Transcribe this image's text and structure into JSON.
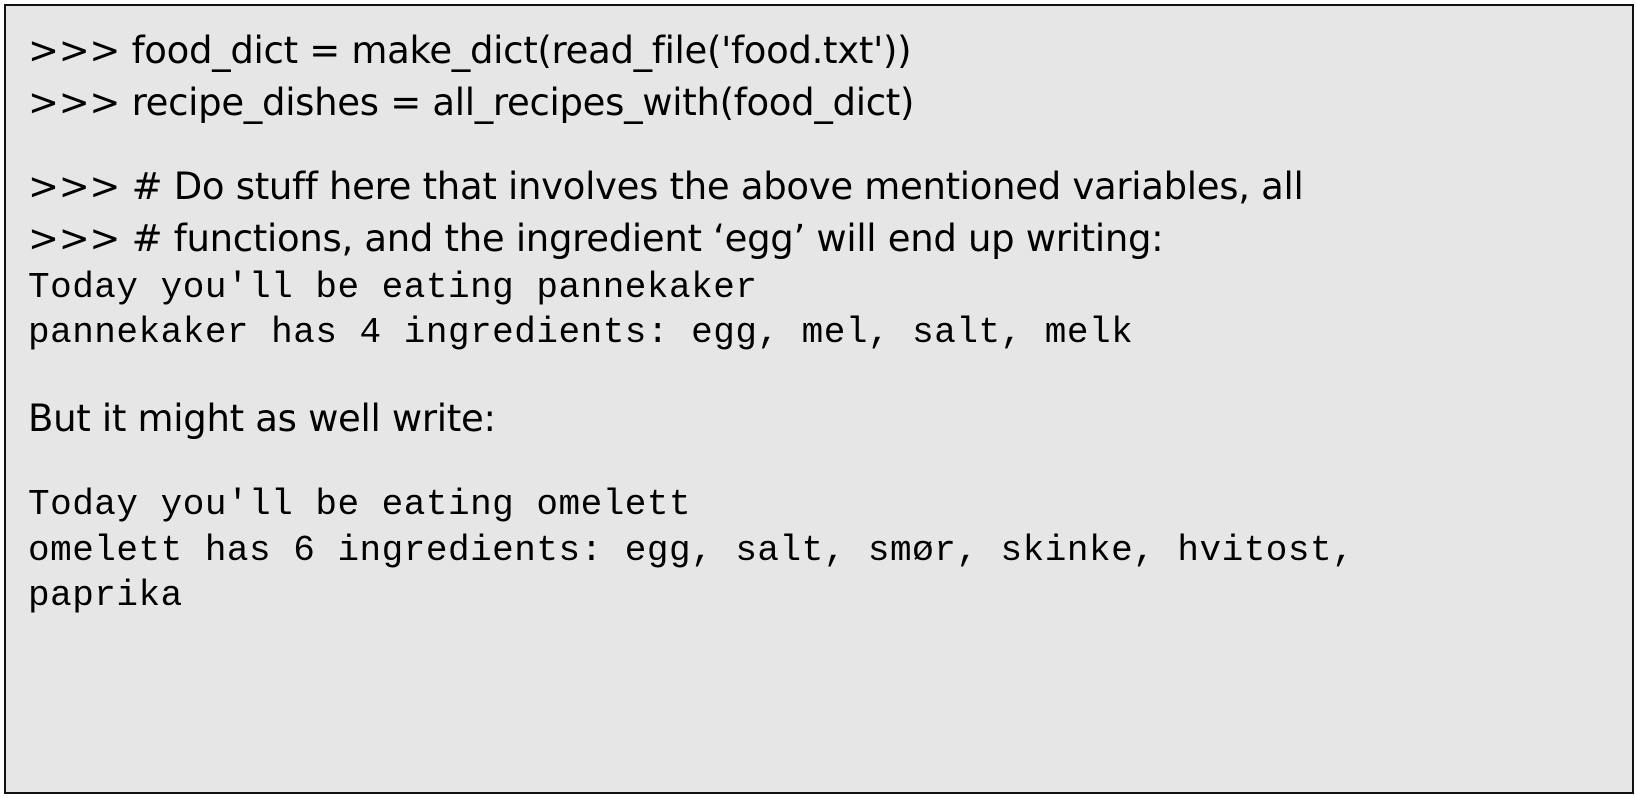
{
  "document": {
    "prompt_lines": [
      ">>> food_dict = make_dict(read_file('food.txt'))",
      ">>> recipe_dishes = all_recipes_with(food_dict)"
    ],
    "comment_lines": [
      ">>> # Do stuff here that involves the above mentioned variables, all",
      ">>> # functions, and the ingredient ‘egg’ will end up writing:"
    ],
    "output_1": [
      "Today you'll be eating pannekaker",
      "pannekaker has 4 ingredients: egg, mel, salt, melk"
    ],
    "alt_heading": "But it might as well write:",
    "output_2": [
      "Today you'll be eating omelett",
      "omelett has 6 ingredients: egg, salt, smør, skinke, hvitost,",
      "paprika"
    ]
  }
}
